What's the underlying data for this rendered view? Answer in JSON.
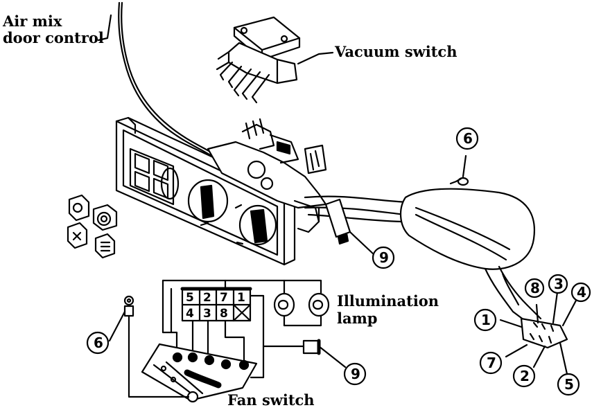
{
  "labels": {
    "air_mix_line1": "Air mix",
    "air_mix_line2": "door control",
    "vacuum_switch": "Vacuum switch",
    "illumination_line1": "Illumination",
    "illumination_line2": "lamp",
    "fan_switch": "Fan switch"
  },
  "callouts": {
    "c1": "1",
    "c2": "2",
    "c3": "3",
    "c4": "4",
    "c5": "5",
    "c6_top": "6",
    "c6_left": "6",
    "c7": "7",
    "c8": "8",
    "c9_top": "9",
    "c9_bottom": "9"
  },
  "connector_pins": {
    "top_row": [
      "5",
      "2",
      "7",
      "1"
    ],
    "bottom_row": [
      "4",
      "3",
      "8"
    ]
  }
}
